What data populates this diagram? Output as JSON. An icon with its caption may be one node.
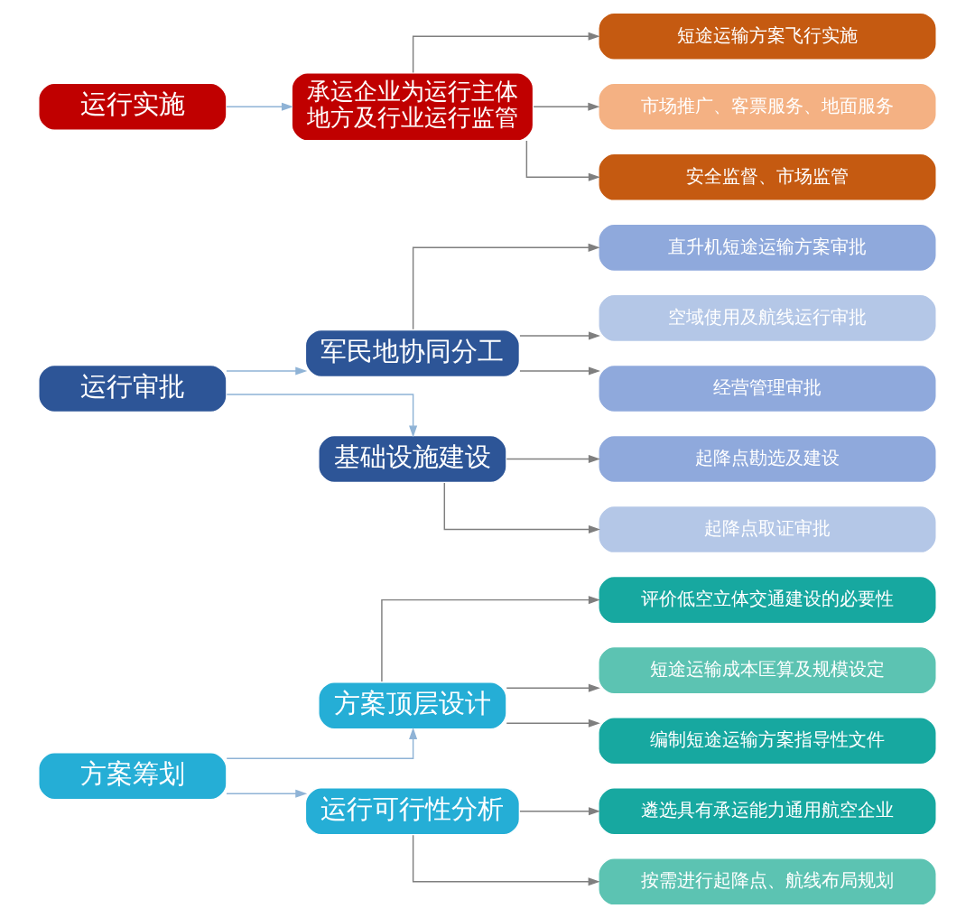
{
  "diagram": {
    "nodes": [
      {
        "text": [
          "方案筹划"
        ]
      },
      {
        "text": [
          "方案顶层设计"
        ]
      },
      {
        "text": [
          "评价低空立体交通建设的必要性"
        ]
      },
      {
        "text": [
          "短途运输成本匡算及规模设定"
        ]
      },
      {
        "text": [
          "编制短途运输方案指导性文件"
        ]
      },
      {
        "text": [
          "运行可行性分析"
        ]
      },
      {
        "text": [
          "遴选具有承运能力通用航空企业"
        ]
      },
      {
        "text": [
          "按需进行起降点、航线布局规划"
        ]
      },
      {
        "text": [
          "运行审批"
        ]
      },
      {
        "text": [
          "军民地协同分工"
        ]
      },
      {
        "text": [
          "直升机短途运输方案审批"
        ]
      },
      {
        "text": [
          "空域使用及航线运行审批"
        ]
      },
      {
        "text": [
          "经营管理审批"
        ]
      },
      {
        "text": [
          "基础设施建设"
        ]
      },
      {
        "text": [
          "起降点勘选及建设"
        ]
      },
      {
        "text": [
          "起降点取证审批"
        ]
      },
      {
        "text": [
          "运行实施"
        ]
      },
      {
        "text": [
          "承运企业为运行主体地方及行业运行监管"
        ]
      },
      {
        "text": [
          "短途运输方案飞行实施"
        ]
      },
      {
        "text": [
          "市场推广、客票服务、地面服务"
        ]
      },
      {
        "text": [
          "安全监督、市场监管"
        ]
      }
    ],
    "edges": [
      {
        "from": 0,
        "to": 1,
        "arrow": "to",
        "color": "#8fb3d6"
      },
      {
        "from": 0,
        "to": 5,
        "arrow": "to",
        "color": "#8fb3d6"
      },
      {
        "from": 1,
        "to": 2,
        "arrow": "to"
      },
      {
        "from": 1,
        "to": 3,
        "arrow": "to"
      },
      {
        "from": 1,
        "to": 4,
        "arrow": "to"
      },
      {
        "from": 5,
        "to": 6,
        "arrow": "to"
      },
      {
        "from": 5,
        "to": 7,
        "arrow": "to"
      },
      {
        "from": 8,
        "to": 9,
        "arrow": "to",
        "color": "#8fb3d6"
      },
      {
        "from": 8,
        "to": 13,
        "arrow": "to",
        "color": "#8fb3d6"
      },
      {
        "from": 9,
        "to": 10,
        "arrow": "to"
      },
      {
        "from": 9,
        "to": 11,
        "arrow": "to"
      },
      {
        "from": 9,
        "to": 12,
        "arrow": "to"
      },
      {
        "from": 13,
        "to": 14,
        "arrow": "to"
      },
      {
        "from": 13,
        "to": 15,
        "arrow": "to"
      },
      {
        "from": 16,
        "to": 17,
        "arrow": "to",
        "color": "#8fb3d6"
      },
      {
        "from": 17,
        "to": 18,
        "arrow": "to"
      },
      {
        "from": 17,
        "to": 19,
        "arrow": "to"
      },
      {
        "from": 17,
        "to": 20,
        "arrow": "to"
      }
    ]
  }
}
